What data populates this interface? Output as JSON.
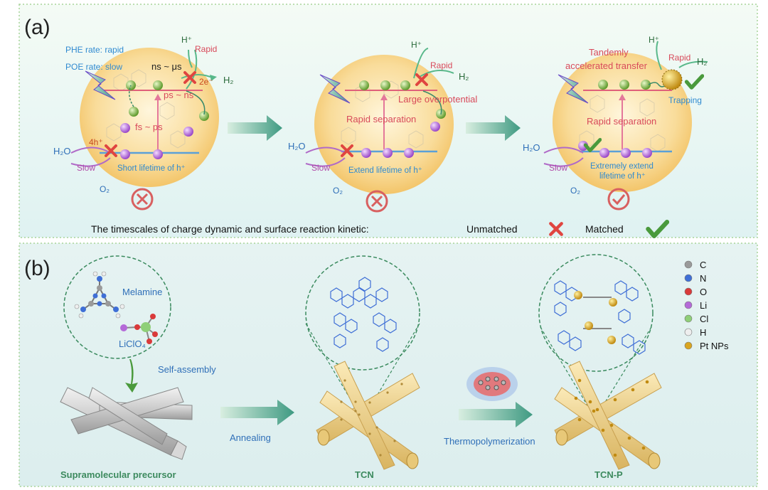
{
  "panel_a": {
    "label": "(a)",
    "s1": {
      "phe_rate": "PHE rate: rapid",
      "poe_rate": "POE rate: slow",
      "h_plus": "H⁺",
      "ns_us": "ns ~ μs",
      "rapid": "Rapid",
      "two_e": "2e⁻",
      "h2": "H₂",
      "ps_ns": "ps ~ ns",
      "fs_ps": "fs ~ ps",
      "four_h": "4h⁺",
      "h2o": "H₂O",
      "slow": "Slow",
      "lifetime": "Short lifetime of h⁺",
      "o2": "O₂"
    },
    "s2": {
      "h_plus": "H⁺",
      "rapid": "Rapid",
      "h2": "H₂",
      "overpotential": "Large overpotential",
      "separation": "Rapid separation",
      "h2o": "H₂O",
      "slow": "Slow",
      "lifetime": "Extend lifetime of h⁺",
      "o2": "O₂"
    },
    "s3": {
      "h_plus": "H⁺",
      "tandem_1": "Tandemly",
      "tandem_2": "accelerated transfer",
      "rapid": "Rapid",
      "h2": "H₂",
      "trapping": "Trapping",
      "separation": "Rapid separation",
      "h2o": "H₂O",
      "slow": "Slow",
      "lifetime_1": "Extremely extend",
      "lifetime_2": "lifetime of h⁺",
      "o2": "O₂"
    },
    "caption": "The timescales of charge dynamic and surface reaction kinetic:",
    "unmatched": "Unmatched",
    "matched": "Matched"
  },
  "panel_b": {
    "label": "(b)",
    "melamine": "Melamine",
    "liclo4": "LiClO₄",
    "self_assembly": "Self-assembly",
    "annealing": "Annealing",
    "thermopolymerization": "Thermopolymerization",
    "supramolecular": "Supramolecular precursor",
    "tcn": "TCN",
    "tcn_p": "TCN-P",
    "legend": [
      {
        "label": "C",
        "color": "#9a9a9a"
      },
      {
        "label": "N",
        "color": "#3f6fd6"
      },
      {
        "label": "O",
        "color": "#d93a3a"
      },
      {
        "label": "Li",
        "color": "#b46ad8"
      },
      {
        "label": "Cl",
        "color": "#8fcf78"
      },
      {
        "label": "H",
        "color": "#eeeeee"
      },
      {
        "label": "Pt NPs",
        "color": "#d9a520"
      }
    ]
  },
  "colors": {
    "blue_text": "#2f6fb8",
    "red_text": "#d84a5a",
    "green_check": "#4a9a3c",
    "red_cross": "#e04540",
    "label_green": "#3c8a5e"
  }
}
